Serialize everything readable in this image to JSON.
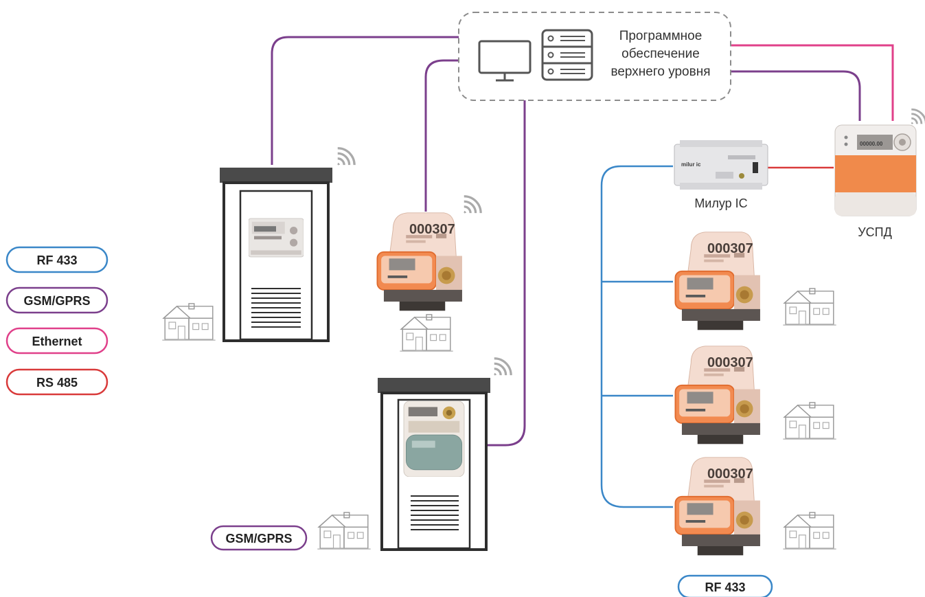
{
  "colors": {
    "rf433": "#3a87c8",
    "gsm": "#7b3f8c",
    "ethernet": "#e0408a",
    "rs485": "#d93a3a",
    "cabinet_roof": "#4a4a4a",
    "meter_orange": "#f08a4b",
    "meter_body": "#f3d6c8"
  },
  "server": {
    "title_lines": [
      "Программное",
      "обеспечение",
      "верхнего уровня"
    ],
    "icons": [
      "monitor-icon",
      "server-rack-icon"
    ]
  },
  "legend": [
    {
      "label": "RF 433",
      "color": "#3a87c8"
    },
    {
      "label": "GSM/GPRS",
      "color": "#7b3f8c"
    },
    {
      "label": "Ethernet",
      "color": "#e0408a"
    },
    {
      "label": "RS 485",
      "color": "#d93a3a"
    }
  ],
  "labels": {
    "milur_ic": "Милур IC",
    "uspd": "УСПД",
    "gsm_bottom": "GSM/GPRS",
    "rf_bottom": "RF 433"
  },
  "meters": {
    "number": "000307"
  },
  "devices": {
    "milur_brand": "milur ic",
    "uspd_screen": "00000.00"
  },
  "icons": [
    "wifi-signal-icon",
    "house-icon"
  ]
}
